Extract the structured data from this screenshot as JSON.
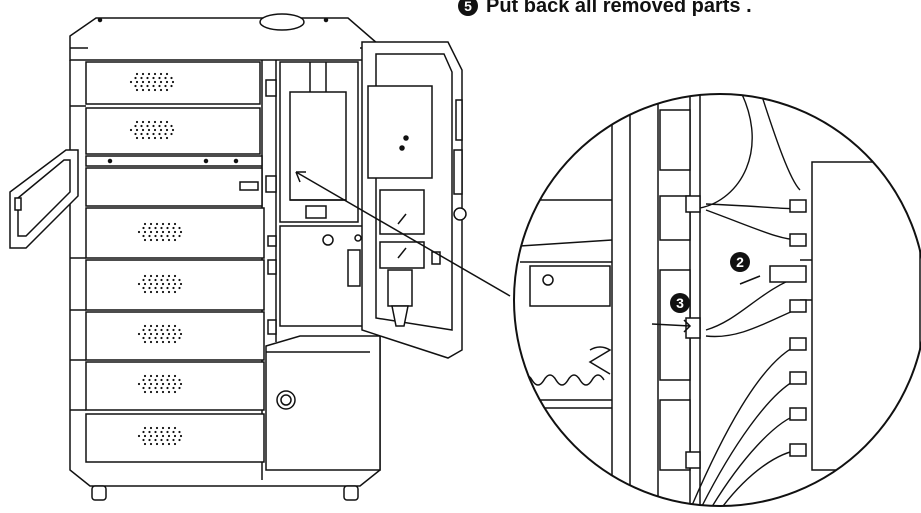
{
  "heading": {
    "number": "5",
    "text": "Put back all removed parts ."
  },
  "callouts": [
    {
      "id": "2",
      "label": "2"
    },
    {
      "id": "3",
      "label": "3"
    }
  ],
  "colors": {
    "line": "#111111",
    "background": "#ffffff",
    "panel": "#ffffff"
  },
  "icons": [
    "grille-vent-icon",
    "zoom-circle-icon",
    "arrow-icon"
  ]
}
